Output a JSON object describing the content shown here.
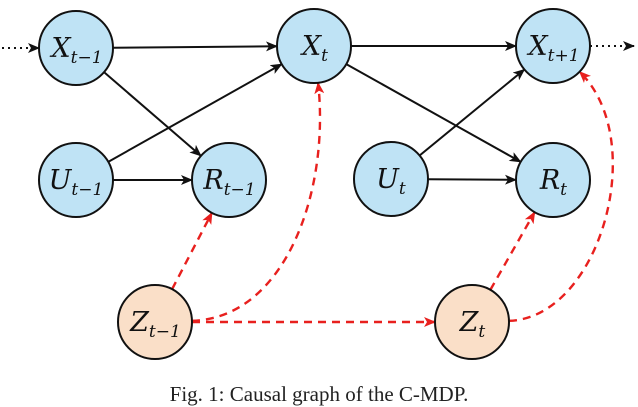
{
  "nodes": [
    {
      "id": "X_tm1",
      "base": "X",
      "sub": "t−1",
      "kind": "state"
    },
    {
      "id": "X_t",
      "base": "X",
      "sub": "t",
      "kind": "state"
    },
    {
      "id": "X_tp1",
      "base": "X",
      "sub": "t+1",
      "kind": "state"
    },
    {
      "id": "U_tm1",
      "base": "U",
      "sub": "t−1",
      "kind": "state"
    },
    {
      "id": "R_tm1",
      "base": "R",
      "sub": "t−1",
      "kind": "state"
    },
    {
      "id": "U_t",
      "base": "U",
      "sub": "t",
      "kind": "state"
    },
    {
      "id": "R_t",
      "base": "R",
      "sub": "t",
      "kind": "state"
    },
    {
      "id": "Z_tm1",
      "base": "Z",
      "sub": "t−1",
      "kind": "confounder"
    },
    {
      "id": "Z_t",
      "base": "Z",
      "sub": "t",
      "kind": "confounder"
    }
  ],
  "edges": [
    {
      "from": "X_tm1",
      "to": "X_t",
      "style": "solid"
    },
    {
      "from": "X_t",
      "to": "X_tp1",
      "style": "solid"
    },
    {
      "from": "X_tm1",
      "to": "R_tm1",
      "style": "solid"
    },
    {
      "from": "U_tm1",
      "to": "R_tm1",
      "style": "solid"
    },
    {
      "from": "U_tm1",
      "to": "X_t",
      "style": "solid"
    },
    {
      "from": "X_t",
      "to": "R_t",
      "style": "solid"
    },
    {
      "from": "U_t",
      "to": "R_t",
      "style": "solid"
    },
    {
      "from": "U_t",
      "to": "X_tp1",
      "style": "solid"
    },
    {
      "from": "Z_tm1",
      "to": "R_tm1",
      "style": "dashed"
    },
    {
      "from": "Z_tm1",
      "to": "X_t",
      "style": "dashed"
    },
    {
      "from": "Z_tm1",
      "to": "Z_t",
      "style": "dashed"
    },
    {
      "from": "Z_t",
      "to": "R_t",
      "style": "dashed"
    },
    {
      "from": "Z_t",
      "to": "X_tp1",
      "style": "dashed"
    }
  ],
  "continuation": {
    "left": "incoming",
    "right": "outgoing",
    "style": "dotted"
  },
  "colors": {
    "state_fill": "#bfe3f5",
    "confounder_fill": "#fadfc8",
    "stroke": "#111111",
    "dashed_edge": "#e8201e"
  },
  "caption": "Fig. 1: Causal graph of the C-MDP."
}
